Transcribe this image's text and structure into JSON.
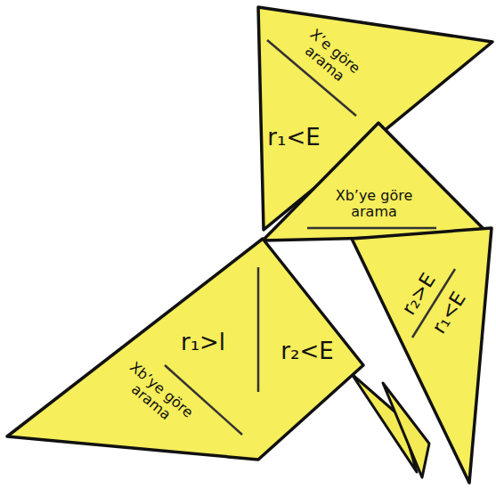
{
  "diagram": {
    "nodes": [
      {
        "text": [
          "X’e göre arama",
          "r₁<E"
        ]
      },
      {
        "text": [
          "Xb’ye göre arama"
        ]
      },
      {
        "text": [
          "r₂>E",
          "r₁<E"
        ]
      },
      {
        "text": [
          "r₁>l",
          "r₂<E",
          "Xb’ye göre arama"
        ]
      }
    ]
  }
}
